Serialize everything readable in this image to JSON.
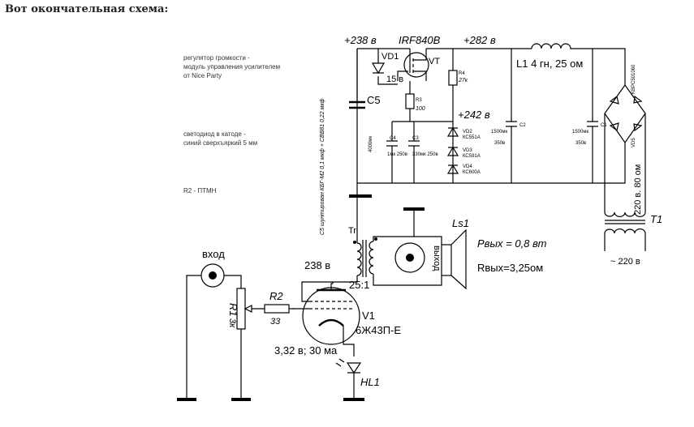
{
  "heading": "Вот окончательная схема:",
  "notes": {
    "volume_line1": "регулятор громкости -",
    "volume_line2": "модуль управления усилителем",
    "volume_line3": "от Nice Party",
    "led_line1": "светодиод в катоде -",
    "led_line2": "синий сверхъяркий 5 мм",
    "r2_note": "R2 - ПТМН"
  },
  "rails": {
    "v238": "+238 в",
    "v282": "+282 в",
    "v242": "+242 в",
    "v238_plate": "238 в",
    "heater": "3,32 в; 30 ма"
  },
  "parts": {
    "mosfet": "IRF840B",
    "vt": "VT",
    "vd1": "VD1",
    "vd1_v": "15 в",
    "r3": "R3",
    "r3_v": "100",
    "r4": "R4",
    "r4_v": "27к",
    "c5": "C5",
    "c5_v": "4000мк",
    "c5_shunt": "C5 шунтирован КБГ-М2 0,1 мкф + CBB81 0,22 мкф",
    "c4": "C4",
    "c4_v": "1мк 250в",
    "c3": "C3",
    "c3_v": "330мк 250в",
    "vd2": "VD2",
    "vd2_t": "КС551А",
    "vd3": "VD3",
    "vd3_t": "КС591А",
    "vd4": "VD4",
    "vd4_t": "КС600А",
    "l1": "L1 4 гн, 25 ом",
    "c2": "C2",
    "c2_v": "1500мк",
    "c2_u": "350в",
    "c1": "C1",
    "c1_v": "1500мк",
    "c1_u": "350в",
    "bridge": "KBPC501060",
    "vd5": "VD5",
    "t1": "T1",
    "t1_sec": "220 в. 80 ом",
    "t1_pri": "~ 220 в",
    "tr": "Tr",
    "ratio": "25:1",
    "ls1": "Ls1",
    "out_label": "выход",
    "pout": "Pвых = 0,8 вт",
    "rout": "Rвых=3,25ом",
    "input": "вход",
    "r1": "R1",
    "r1_v": "3к",
    "r2": "R2",
    "r2_v": "33",
    "v1": "V1",
    "tube": "6Ж43П-Е",
    "hl1": "HL1"
  }
}
